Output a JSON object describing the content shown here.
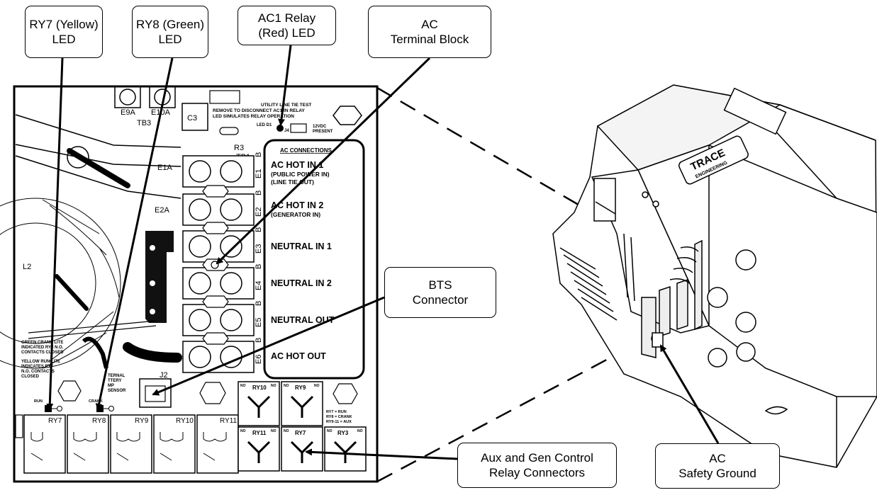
{
  "callouts": {
    "ry7": {
      "line1": "RY7 (Yellow)",
      "line2": "LED"
    },
    "ry8": {
      "line1": "RY8 (Green)",
      "line2": "LED"
    },
    "ac1": {
      "line1": "AC1 Relay",
      "line2": "(Red) LED"
    },
    "acblock": {
      "line1": "AC",
      "line2": "Terminal Block"
    },
    "bts": {
      "line1": "BTS",
      "line2": "Connector"
    },
    "relays": {
      "line1": "Aux and Gen Control",
      "line2": "Relay Connectors"
    },
    "ground": {
      "line1": "AC",
      "line2": "Safety Ground"
    }
  },
  "board": {
    "e9a": "E9A",
    "e10a": "E10A",
    "tb3": "TB3",
    "c3": "C3",
    "r3": "R3",
    "tb1": "TB1",
    "e1a": "E1A",
    "e2a": "E2A",
    "l2": "L2",
    "j2": "J2",
    "led_d1": "LED D1",
    "j4": "J4",
    "utility_1": "UTILITY LINE TIE TEST",
    "utility_2": "REMOVE TO DISCONNECT AC1 IN RELAY",
    "utility_3": "LED SIMULATES RELAY OPERATION",
    "vdc_1": "12VDC",
    "vdc_2": "PRESENT",
    "ac_conn": "AC CONNECTIONS",
    "hot1": "AC HOT IN 1",
    "hot1_sub1": "(PUBLIC POWER IN)",
    "hot1_sub2": "(LINE TIE OUT)",
    "hot2": "AC HOT IN 2",
    "hot2_sub": "(GENERATOR IN)",
    "neutral1": "NEUTRAL IN 1",
    "neutral2": "NEUTRAL IN 2",
    "neutralout": "NEUTRAL OUT",
    "hotout": "AC HOT OUT",
    "e1": "E1",
    "e2": "E2",
    "e3": "E3",
    "e4": "E4",
    "e5": "E5",
    "e6": "E6",
    "b": "B",
    "green_1": "GREEN CRANK LITE",
    "green_2": "INDICATED RY8 N.O.",
    "green_3": "CONTACTS CLOSED",
    "yellow_1": "YELLOW RUN LITE",
    "yellow_2": "INDICATES RY7",
    "yellow_3": "N.O. CONTACTS",
    "yellow_4": "CLOSED",
    "tern_1": "TERNAL",
    "tern_2": "TTERY",
    "tern_3": "MP",
    "tern_4": "SENSOR",
    "run": "RUN",
    "crank": "CRANK",
    "ry7": "RY7",
    "ry8": "RY8",
    "ry9": "RY9",
    "ry10": "RY10",
    "ry11": "RY11",
    "ry_small_10": "RY10",
    "ry_small_9": "RY9",
    "ry_small_11": "RY11",
    "ry_small_7": "RY7",
    "ry_small_3": "RY3",
    "no": "NO",
    "legend_1": "RY7 = RUN",
    "legend_2": "RY8 = CRANK",
    "legend_3": "RY9-11 = AUX"
  },
  "brand": {
    "line1": "TRACE",
    "line2": "ENGINEERING"
  }
}
